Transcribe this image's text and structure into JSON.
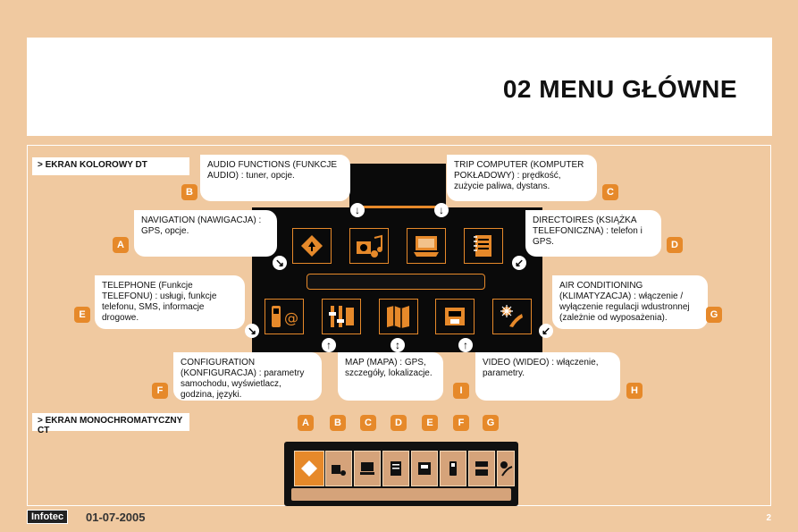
{
  "title": "02 MENU GŁÓWNE",
  "sections": {
    "color_screen": "> EKRAN KOLOROWY DT",
    "mono_screen": "> EKRAN MONOCHROMATYCZNY CT"
  },
  "callouts": {
    "A": "NAVIGATION (NAWIGACJA) : GPS, opcje.",
    "B": "AUDIO FUNCTIONS (FUNKCJE AUDIO) : tuner, opcje.",
    "C": "TRIP COMPUTER (KOMPUTER POKŁADOWY) : prędkość, zużycie paliwa, dystans.",
    "D": "DIRECTOIRES (KSIĄŻKA TELEFONICZNA) : telefon i GPS.",
    "E": "TELEPHONE (Funkcje TELEFONU) : usługi, funkcje telefonu, SMS, informacje drogowe.",
    "F": "CONFIGURATION (KONFIGURACJA) : parametry samochodu, wyświetlacz, godzina, języki.",
    "G": "AIR CONDITIONING (KLIMATYZACJA) : włączenie / wyłączenie regulacji wdustronnej (zależnie od wyposażenia).",
    "H": "VIDEO (WIDEO) : włączenie, parametry.",
    "I": "MAP (MAPA) : GPS, szczegóły, lokalizacje."
  },
  "letters": {
    "A": "A",
    "B": "B",
    "C": "C",
    "D": "D",
    "E": "E",
    "F": "F",
    "G": "G",
    "H": "H",
    "I": "I"
  },
  "mono_letters": [
    "A",
    "B",
    "C",
    "D",
    "E",
    "F",
    "G"
  ],
  "footer": {
    "brand": "Infotec",
    "date": "01-07-2005",
    "page": "2"
  },
  "icons": {
    "top_row": [
      "navigation-icon",
      "audio-icon",
      "trip-computer-icon",
      "directory-icon"
    ],
    "bottom_row": [
      "telephone-icon",
      "configuration-icon",
      "map-icon",
      "video-icon",
      "air-conditioning-icon"
    ]
  },
  "colors": {
    "accent": "#e6892a",
    "background": "#f0c9a0",
    "screen": "#0a0a0a"
  }
}
